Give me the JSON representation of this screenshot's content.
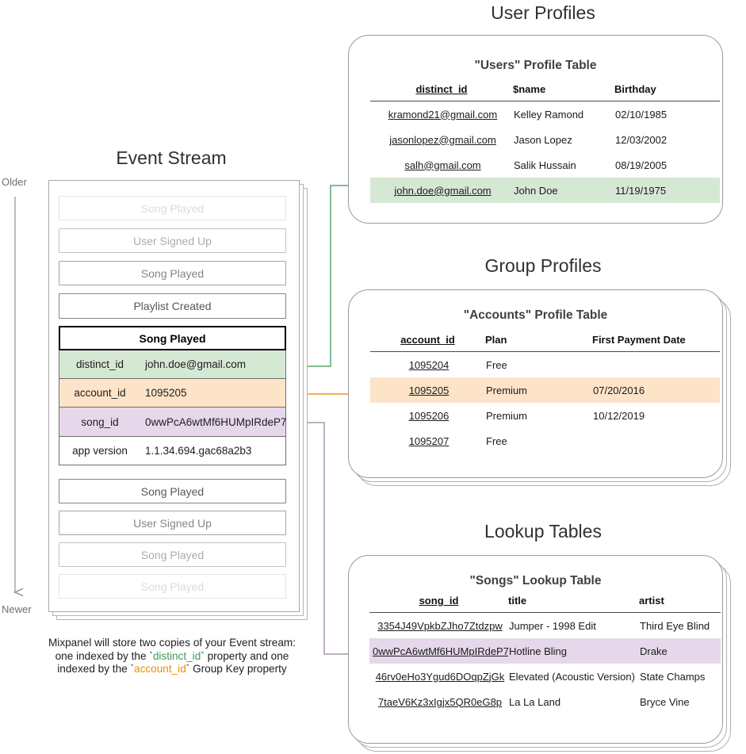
{
  "colors": {
    "green": "#d5e8d4",
    "orange": "#fde3c8",
    "purple": "#e6d8ea",
    "green_arrow": "#5aa96a",
    "orange_arrow": "#e89a2c",
    "purple_arrow": "#a996b0",
    "timeline": "#9a9a9a"
  },
  "timeline": {
    "older_label": "Older",
    "newer_label": "Newer"
  },
  "event_stream": {
    "title": "Event Stream",
    "events": [
      {
        "label": "Song Played",
        "opacity": 0.18
      },
      {
        "label": "User Signed Up",
        "opacity": 0.42
      },
      {
        "label": "Song Played",
        "opacity": 0.62
      },
      {
        "label": "Playlist Created",
        "opacity": 0.85
      }
    ],
    "focus_event": {
      "label": "Song Played",
      "properties": [
        {
          "key": "distinct_id",
          "value": "john.doe@gmail.com",
          "highlight": "green"
        },
        {
          "key": "account_id",
          "value": "1095205",
          "highlight": "orange"
        },
        {
          "key": "song_id",
          "value": "0wwPcA6wtMf6HUMpIRdeP7",
          "highlight": "purple"
        },
        {
          "key": "app version",
          "value": "1.1.34.694.gac68a2b3",
          "highlight": "none"
        }
      ]
    },
    "events_after": [
      {
        "label": "Song Played",
        "opacity": 0.85
      },
      {
        "label": "User Signed Up",
        "opacity": 0.62
      },
      {
        "label": "Song Played",
        "opacity": 0.42
      },
      {
        "label": "Song Played",
        "opacity": 0.18
      }
    ],
    "caption": {
      "line1": "Mixpanel will store two copies of your Event stream:",
      "line2_a": "one indexed by the `",
      "line2_token": "distinct_id",
      "line2_b": "` property and one",
      "line3_a": "indexed by the `",
      "line3_token": "account_id",
      "line3_b": "` Group Key property"
    }
  },
  "user_profiles": {
    "section_title": "User Profiles",
    "card_title": "\"Users\" Profile Table",
    "columns": [
      "distinct_id",
      "$name",
      "Birthday"
    ],
    "rows": [
      {
        "cells": [
          "kramond21@gmail.com",
          "Kelley Ramond",
          "02/10/1985"
        ],
        "highlight": "none"
      },
      {
        "cells": [
          "jasonlopez@gmail.com",
          "Jason Lopez",
          "12/03/2002"
        ],
        "highlight": "none"
      },
      {
        "cells": [
          "salh@gmail.com",
          "Salik Hussain",
          "08/19/2005"
        ],
        "highlight": "none"
      },
      {
        "cells": [
          "john.doe@gmail.com",
          "John Doe",
          "11/19/1975"
        ],
        "highlight": "green"
      }
    ]
  },
  "group_profiles": {
    "section_title": "Group Profiles",
    "card_title": "\"Accounts\" Profile Table",
    "columns": [
      "account_id",
      "Plan",
      "First Payment Date"
    ],
    "rows": [
      {
        "cells": [
          "1095204",
          "Free",
          ""
        ],
        "highlight": "none"
      },
      {
        "cells": [
          "1095205",
          "Premium",
          "07/20/2016"
        ],
        "highlight": "orange"
      },
      {
        "cells": [
          "1095206",
          "Premium",
          "10/12/2019"
        ],
        "highlight": "none"
      },
      {
        "cells": [
          "1095207",
          "Free",
          ""
        ],
        "highlight": "none"
      }
    ]
  },
  "lookup_tables": {
    "section_title": "Lookup Tables",
    "card_title": "\"Songs\" Lookup Table",
    "columns": [
      "song_id",
      "title",
      "artist"
    ],
    "rows": [
      {
        "cells": [
          "3354J49VpkbZJho7Ztdzpw",
          "Jumper - 1998 Edit",
          "Third Eye Blind"
        ],
        "highlight": "none"
      },
      {
        "cells": [
          "0wwPcA6wtMf6HUMpIRdeP7",
          "Hotline Bling",
          "Drake"
        ],
        "highlight": "purple"
      },
      {
        "cells": [
          "46rv0eHo3Ygud6DOqpZjGk",
          "Elevated (Acoustic Version)",
          "State Champs"
        ],
        "highlight": "none"
      },
      {
        "cells": [
          "7taeV6Kz3xIgjx5QR0eG8p",
          "La La Land",
          "Bryce Vine"
        ],
        "highlight": "none"
      }
    ]
  }
}
